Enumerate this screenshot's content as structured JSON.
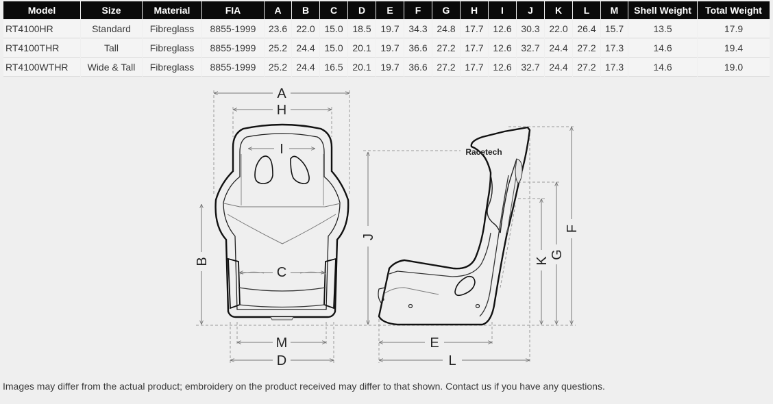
{
  "table": {
    "headers": [
      "Model",
      "Size",
      "Material",
      "FIA",
      "A",
      "B",
      "C",
      "D",
      "E",
      "F",
      "G",
      "H",
      "I",
      "J",
      "K",
      "L",
      "M",
      "Shell Weight",
      "Total Weight"
    ],
    "rows": [
      [
        "RT4100HR",
        "Standard",
        "Fibreglass",
        "8855-1999",
        "23.6",
        "22.0",
        "15.0",
        "18.5",
        "19.7",
        "34.3",
        "24.8",
        "17.7",
        "12.6",
        "30.3",
        "22.0",
        "26.4",
        "15.7",
        "13.5",
        "17.9"
      ],
      [
        "RT4100THR",
        "Tall",
        "Fibreglass",
        "8855-1999",
        "25.2",
        "24.4",
        "15.0",
        "20.1",
        "19.7",
        "36.6",
        "27.2",
        "17.7",
        "12.6",
        "32.7",
        "24.4",
        "27.2",
        "17.3",
        "14.6",
        "19.4"
      ],
      [
        "RT4100WTHR",
        "Wide & Tall",
        "Fibreglass",
        "8855-1999",
        "25.2",
        "24.4",
        "16.5",
        "20.1",
        "19.7",
        "36.6",
        "27.2",
        "17.7",
        "12.6",
        "32.7",
        "24.4",
        "27.2",
        "17.3",
        "14.6",
        "19.0"
      ]
    ]
  },
  "diagram": {
    "brand_label": "Racetech",
    "dims": {
      "A": "A",
      "H": "H",
      "I": "I",
      "B": "B",
      "C": "C",
      "M": "M",
      "D": "D",
      "J": "J",
      "E": "E",
      "L": "L",
      "K": "K",
      "G": "G",
      "F": "F"
    }
  },
  "footnote": "Images may differ from the actual product; embroidery on the product received may differ to that shown. Contact us if you have any questions."
}
